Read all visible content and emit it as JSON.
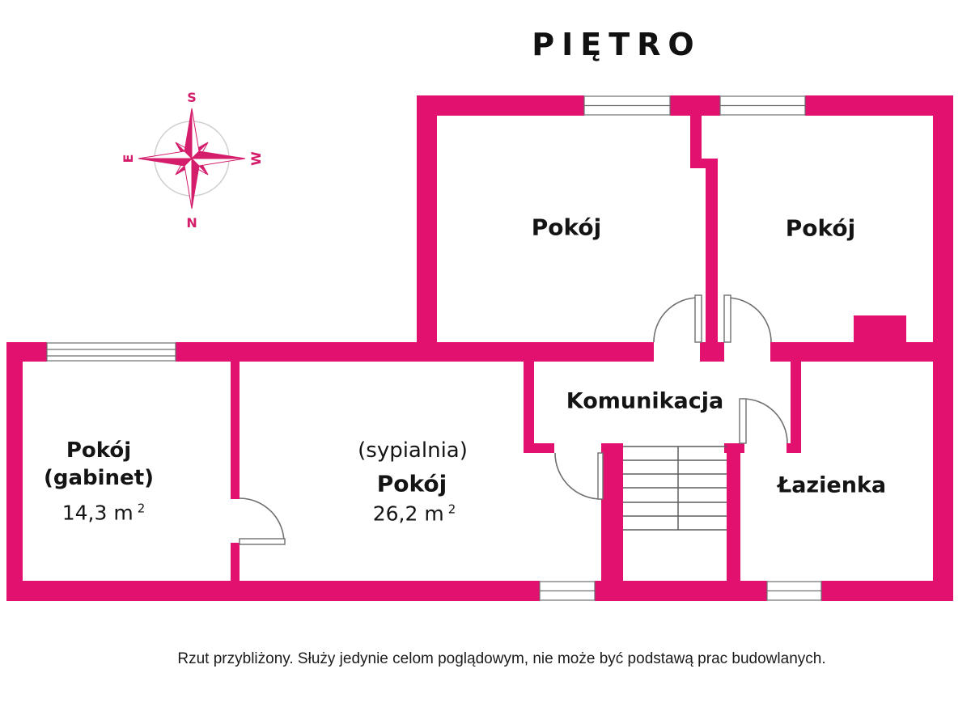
{
  "title": "PIĘTRO",
  "compass": {
    "s": "S",
    "n": "N",
    "e": "E",
    "w": "W"
  },
  "rooms": {
    "room_top_left": {
      "name": "Pokój"
    },
    "room_top_right": {
      "name": "Pokój"
    },
    "office": {
      "name": "Pokój",
      "subname": "(gabinet)",
      "area": "14,3 m",
      "area_sup": "2"
    },
    "bedroom": {
      "alt": "(sypialnia)",
      "name": "Pokój",
      "area": "26,2 m",
      "area_sup": "2"
    },
    "hall": {
      "name": "Komunikacja"
    },
    "bathroom": {
      "name": "Łazienka"
    }
  },
  "footer": "Rzut przybliżony. Służy jedynie celom poglądowym, nie może być podstawą prac budowlanych.",
  "colors": {
    "wall": "#e2106e",
    "compass": "#d41e6c",
    "line": "#6f6f6f",
    "text": "#141414"
  }
}
